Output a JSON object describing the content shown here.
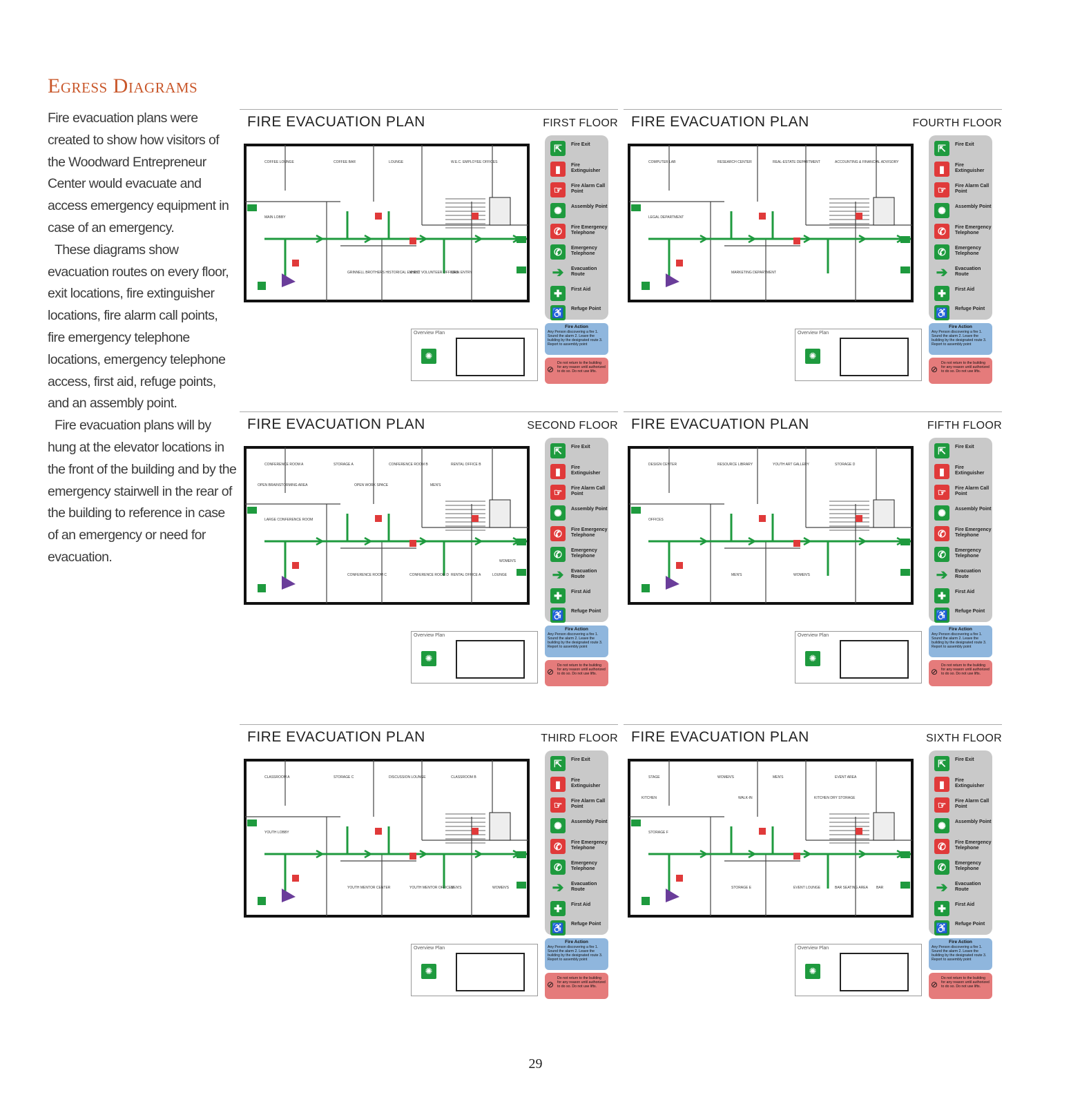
{
  "heading": "Egress Diagrams",
  "intro": {
    "p1": "Fire evacuation plans were created to show how visitors of the Woodward Entrepreneur Center would evacuate and access emergency equipment in case of an emergency.",
    "p2": "These diagrams show evacuation routes on every floor, exit locations, fire extinguisher locations, fire alarm call points, fire emergency telephone locations, emergency telephone access, first aid, refuge points, and an assembly point.",
    "p3": "Fire evacuation plans will by hung at the elevator locations in the front of the building and by the emergency stairwell in the rear of the building to reference in case of an emergency or need for evacuation."
  },
  "colors": {
    "heading": "#c9572a",
    "route_green": "#1e9a3e",
    "extinguisher_red": "#e03a3a",
    "legend_gray": "#c9c9c9",
    "action_blue": "#8fb6dd",
    "warning_red": "#e57b7b"
  },
  "legend": [
    {
      "label": "Fire Exit",
      "icon": "fire-exit-icon",
      "color": "#1e9a3e",
      "glyph": "⇱"
    },
    {
      "label": "Fire Extinguisher",
      "icon": "fire-extinguisher-icon",
      "color": "#e03a3a",
      "glyph": "▮"
    },
    {
      "label": "Fire Alarm Call Point",
      "icon": "fire-alarm-icon",
      "color": "#e03a3a",
      "glyph": "☞"
    },
    {
      "label": "Assembly Point",
      "icon": "assembly-point-icon",
      "color": "#1e9a3e",
      "glyph": "✺"
    },
    {
      "label": "Fire Emergency Telephone",
      "icon": "fire-telephone-icon",
      "color": "#e03a3a",
      "glyph": "✆"
    },
    {
      "label": "Emergency Telephone",
      "icon": "emergency-telephone-icon",
      "color": "#1e9a3e",
      "glyph": "✆"
    },
    {
      "label": "Evacuation Route",
      "icon": "evacuation-route-icon",
      "color": "#c9c9c9",
      "glyph": "➔"
    },
    {
      "label": "First Aid",
      "icon": "first-aid-icon",
      "color": "#1e9a3e",
      "glyph": "✚"
    },
    {
      "label": "Refuge Point",
      "icon": "refuge-point-icon",
      "color": "#1e9a3e",
      "glyph": "♿"
    }
  ],
  "fire_action": {
    "title": "Fire Action",
    "body": "Any Person discovering a fire 1. Sound the alarm 2. Leave the building by the designated route 3. Report to assembly point"
  },
  "no_return": "Do not return to the building for any reason until authorized to do so. Do not use lifts.",
  "overview_label": "Overview Plan",
  "panels": [
    {
      "title": "FIRE EVACUATION PLAN",
      "floor": "FIRST FLOOR",
      "rooms": [
        "COFFEE LOUNGE",
        "COFFEE BAR",
        "LOUNGE",
        "W.E.C. EMPLOYEE OFFICES",
        "MAIN LOBBY",
        "GRINNELL BROTHERS HISTORICAL EXHIBIT",
        "W.E.C. VOLUNTEER OFFICES",
        "MAIN ENTRY"
      ]
    },
    {
      "title": "FIRE EVACUATION PLAN",
      "floor": "FOURTH FLOOR",
      "rooms": [
        "COMPUTER LAB",
        "RESEARCH CENTER",
        "REAL-ESTATE DEPARTMENT",
        "ACCOUNTING & FINANCIAL ADVISORY",
        "LEGAL DEPARTMENT",
        "MARKETING DEPARTMENT"
      ]
    },
    {
      "title": "FIRE EVACUATION PLAN",
      "floor": "SECOND FLOOR",
      "rooms": [
        "CONFERENCE ROOM A",
        "STORAGE A",
        "CONFERENCE ROOM B",
        "RENTAL OFFICE B",
        "LARGE CONFERENCE ROOM",
        "CONFERENCE ROOM C",
        "CONFERENCE ROOM D",
        "RENTAL OFFICE A",
        "LOUNGE",
        "OPEN BRAINSTORMING AREA",
        "OPEN WORK SPACE",
        "MEN'S",
        "WOMEN'S"
      ]
    },
    {
      "title": "FIRE EVACUATION PLAN",
      "floor": "FIFTH FLOOR",
      "rooms": [
        "DESIGN CENTER",
        "RESOURCE LIBRARY",
        "YOUTH ART GALLERY",
        "STORAGE D",
        "OFFICES",
        "MEN'S",
        "WOMEN'S"
      ]
    },
    {
      "title": "FIRE EVACUATION PLAN",
      "floor": "THIRD FLOOR",
      "rooms": [
        "CLASSROOM A",
        "STORAGE C",
        "DISCUSSION LOUNGE",
        "CLASSROOM B",
        "YOUTH LOBBY",
        "YOUTH MENTOR CENTER",
        "YOUTH MENTOR OFFICES",
        "MEN'S",
        "WOMEN'S"
      ]
    },
    {
      "title": "FIRE EVACUATION PLAN",
      "floor": "SIXTH FLOOR",
      "rooms": [
        "STAGE",
        "WOMEN'S",
        "MEN'S",
        "EVENT AREA",
        "STORAGE F",
        "STORAGE E",
        "EVENT LOUNGE",
        "BAR SEATING AREA",
        "BAR",
        "KITCHEN",
        "WALK-IN",
        "KITCHEN DRY STORAGE"
      ]
    }
  ],
  "page_number": "29"
}
